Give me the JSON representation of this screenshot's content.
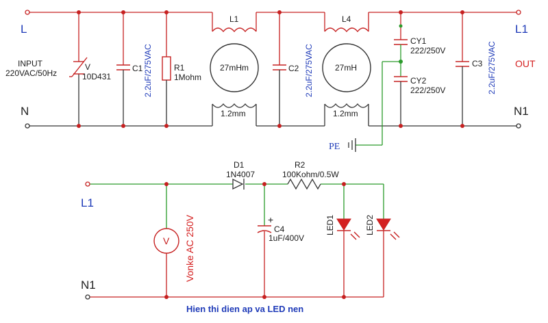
{
  "filter": {
    "terminal_in_line": "L",
    "terminal_in_neutral": "N",
    "terminal_out_line": "L1",
    "terminal_out_neutral": "N1",
    "input_label_1": "INPUT",
    "input_label_2": "220VAC/50Hz",
    "varistor_ref": "V",
    "varistor_part": "10D431",
    "c1_ref": "C1",
    "c1_value": "2.2uF/275VAC",
    "r1_ref": "R1",
    "r1_value": "1Mohm",
    "l1_ref": "L1",
    "l1_core": "27mHm",
    "l1_wire": "1.2mm",
    "c2_ref": "C2",
    "c2_value": "2.2uF/275VAC",
    "l4_ref": "L4",
    "l4_core": "27mH",
    "l4_wire": "1.2mm",
    "cy1_ref": "CY1",
    "cy1_value": "222/250V",
    "cy2_ref": "CY2",
    "cy2_value": "222/250V",
    "c3_ref": "C3",
    "c3_value": "2.2uF/275VAC",
    "out_label": "OUT",
    "pe_label": "PE"
  },
  "indicator": {
    "terminal_line": "L1",
    "terminal_neutral": "N1",
    "voltmeter_symbol": "V",
    "voltmeter_label": "Vonke AC 250V",
    "d1_ref": "D1",
    "d1_part": "1N4007",
    "r2_ref": "R2",
    "r2_value": "100Kohm/0.5W",
    "c4_ref": "C4",
    "c4_value": "1uF/400V",
    "c4_polarity": "+",
    "led1_ref": "LED1",
    "led2_ref": "LED2",
    "caption": "Hien thi dien ap va LED nen"
  },
  "colors": {
    "wire_red": "#c62020",
    "wire_dark": "#333333",
    "wire_green": "#2a9a2a",
    "label_blue": "#1e3ab8",
    "label_red": "#d42020"
  }
}
